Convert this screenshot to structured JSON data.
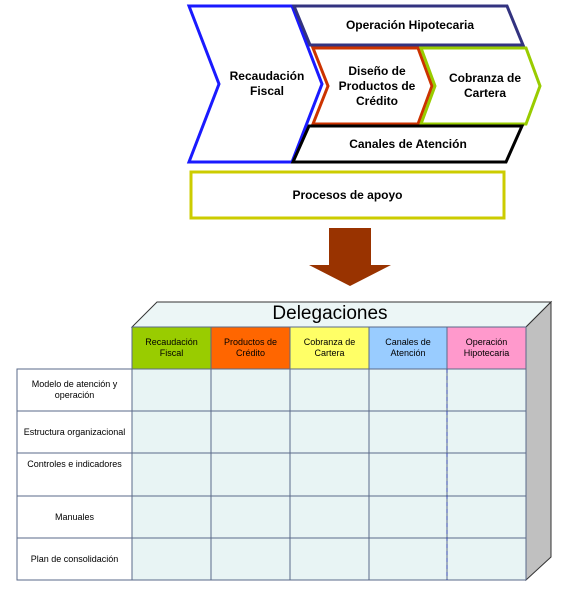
{
  "process_map": {
    "recaudacion": "Recaudación Fiscal",
    "operacion": "Operación Hipotecaria",
    "diseno": "Diseño de Productos de Crédito",
    "cobranza": "Cobranza de Cartera",
    "canales": "Canales de Atención",
    "apoyo": "Procesos de apoyo"
  },
  "colors": {
    "blue_border": "#1a1aff",
    "navy_border": "#333380",
    "red_border": "#cc3300",
    "green_border": "#99cc00",
    "black_border": "#000000",
    "olive_border": "#cccc00",
    "arrow": "#993300"
  },
  "matrix": {
    "title": "Delegaciones",
    "columns": [
      {
        "label": "Recaudación Fiscal",
        "color": "#99cc00"
      },
      {
        "label": "Productos de Crédito",
        "color": "#ff6600"
      },
      {
        "label": "Cobranza de Cartera",
        "color": "#ffff66"
      },
      {
        "label": "Canales de Atención",
        "color": "#99ccff"
      },
      {
        "label": "Operación Hipotecaria",
        "color": "#ff99cc"
      }
    ],
    "rows": [
      "Modelo de atención y operación",
      "Estructura organizacional",
      "Controles e indicadores",
      "Manuales",
      "Plan de consolidación"
    ],
    "cell_color": "#e8f4f4",
    "top_color": "#ecf6f6",
    "side_color": "#c0c0c0"
  }
}
